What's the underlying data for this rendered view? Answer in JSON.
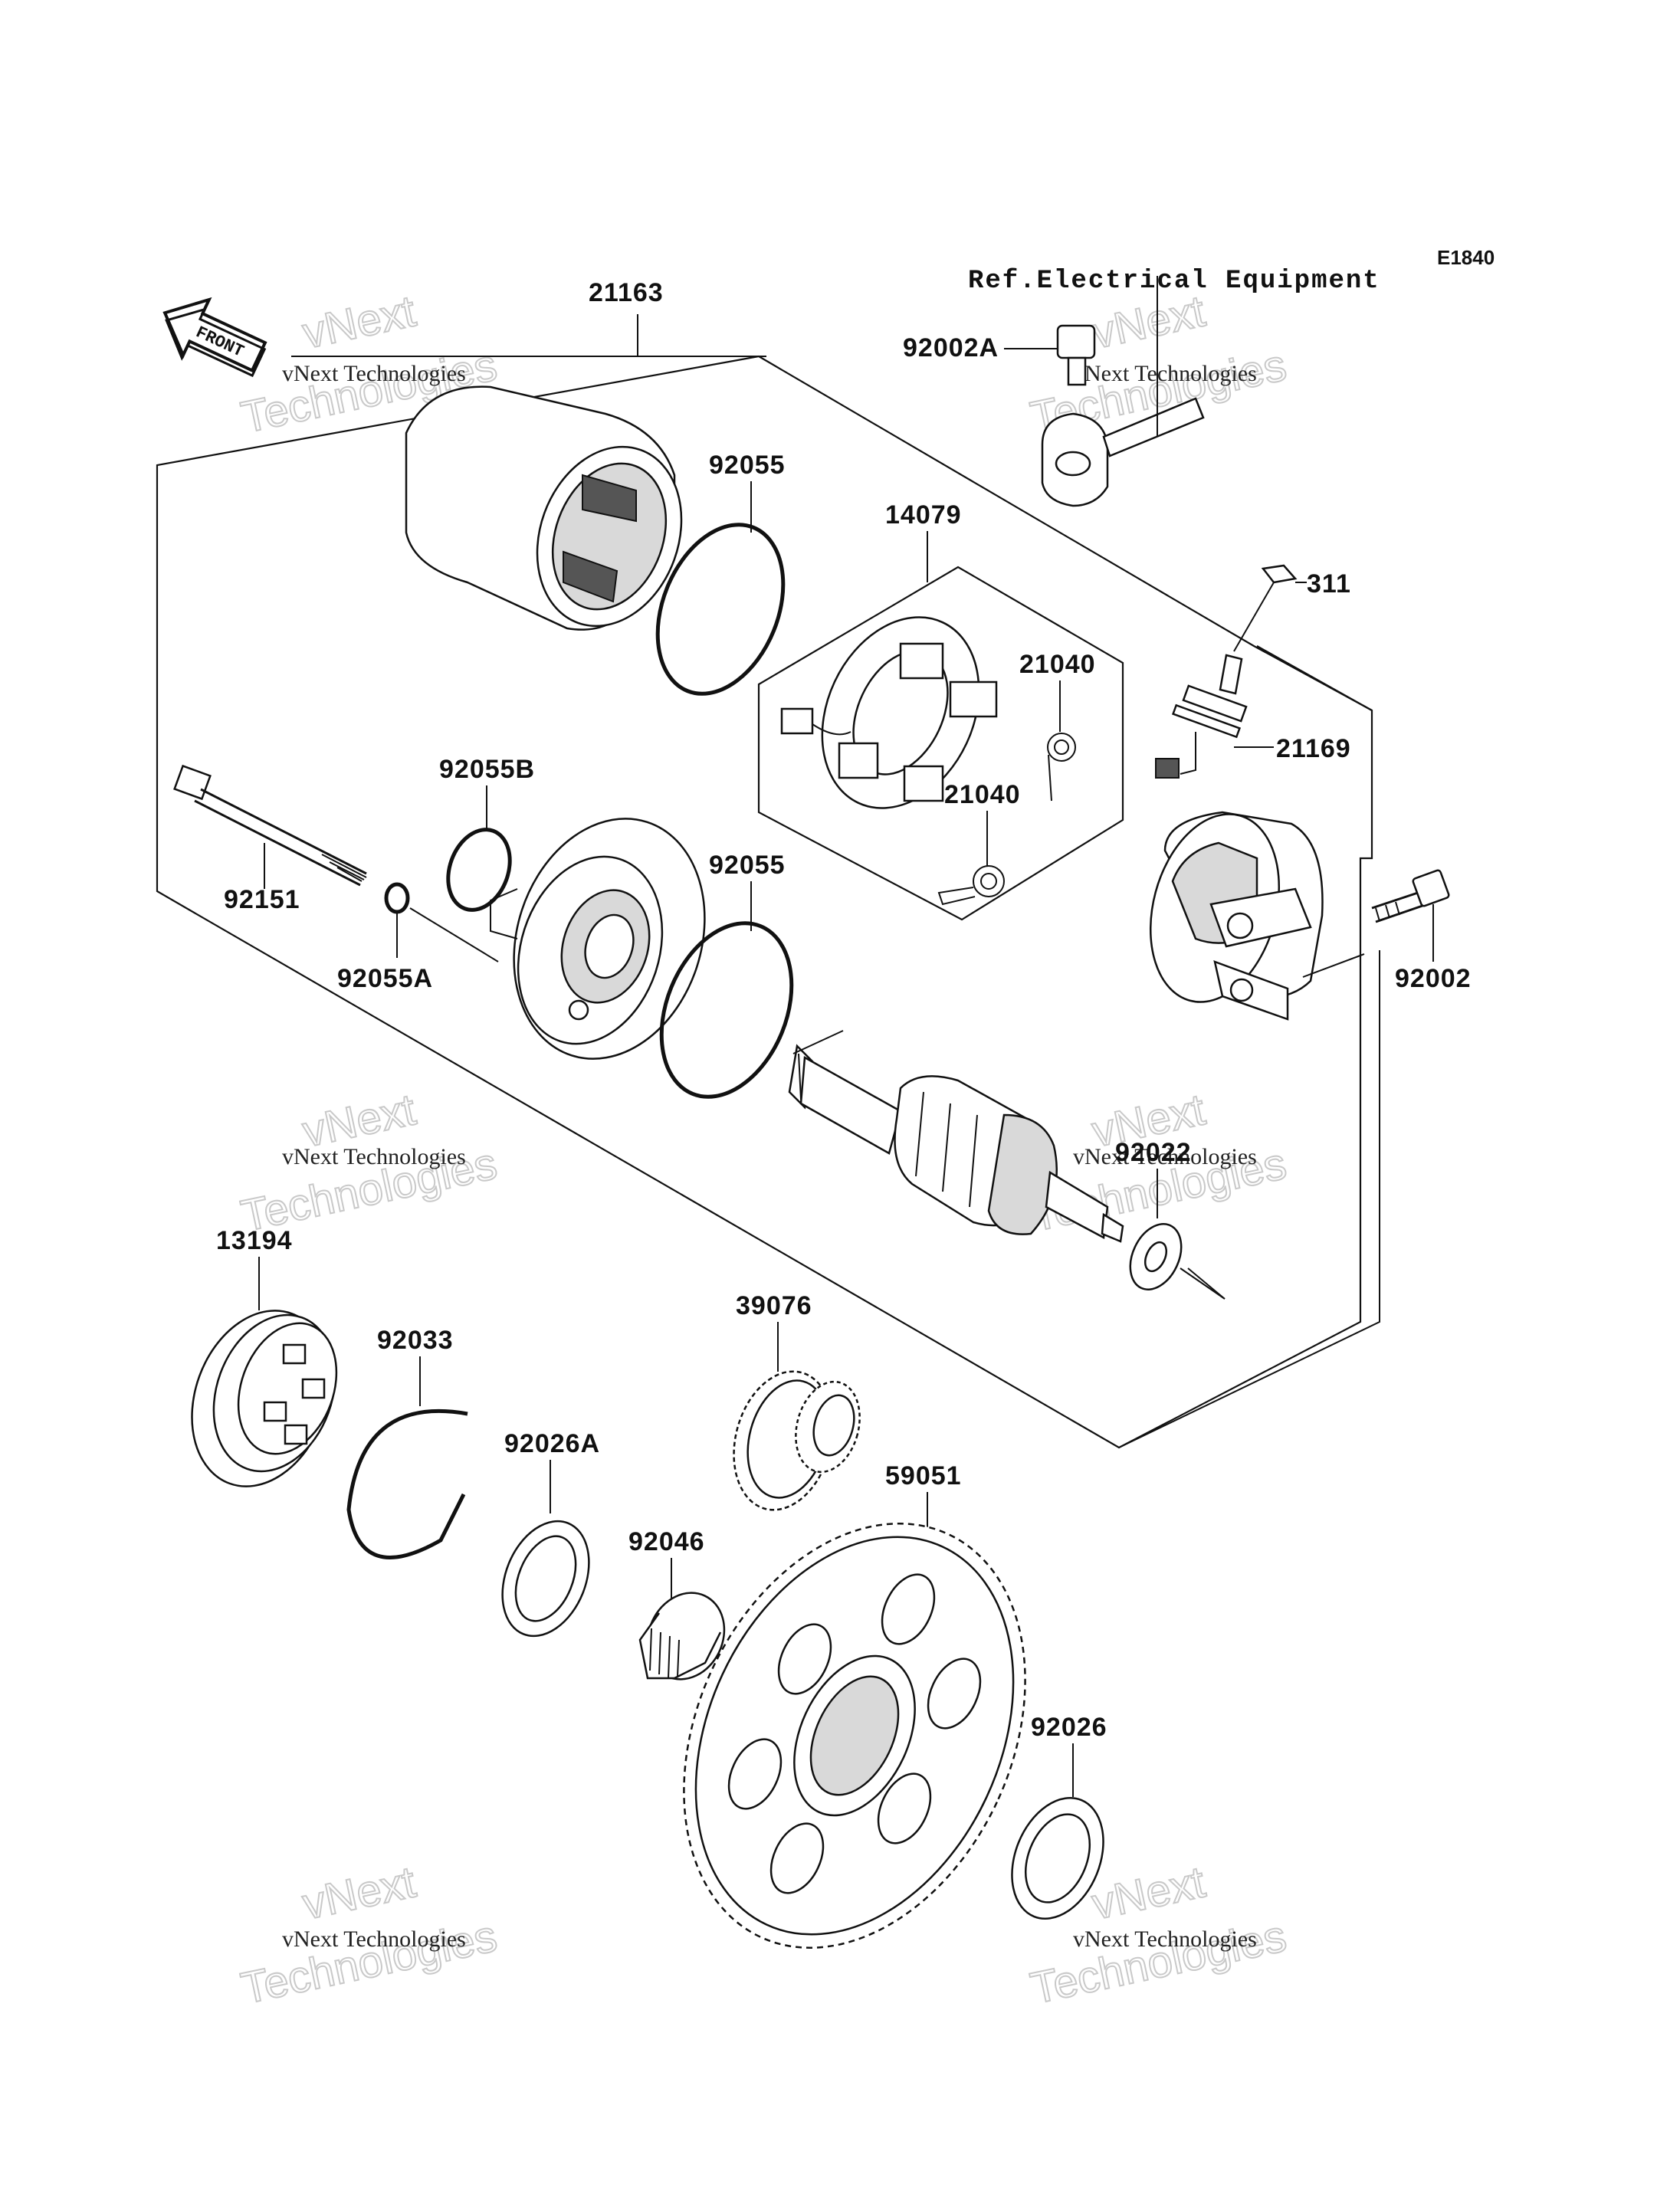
{
  "diagram": {
    "code": "E1840",
    "reference_note": "Ref.Electrical Equipment",
    "front_arrow_label": "FRONT",
    "callouts": {
      "c21163": "21163",
      "c92055_top": "92055",
      "c14079": "14079",
      "c21040_a": "21040",
      "c21040_b": "21040",
      "c92055B": "92055B",
      "c92151": "92151",
      "c92055A": "92055A",
      "c92055_mid": "92055",
      "c92002A": "92002A",
      "c311": "311",
      "c21169": "21169",
      "c92002": "92002",
      "c92022": "92022",
      "c13194": "13194",
      "c92033": "92033",
      "c92026A": "92026A",
      "c39076": "39076",
      "c92046": "92046",
      "c59051": "59051",
      "c92026": "92026"
    },
    "watermark": {
      "small": "vNext Technologies",
      "big_top": "vNext",
      "big_bottom": "Technologies"
    }
  }
}
